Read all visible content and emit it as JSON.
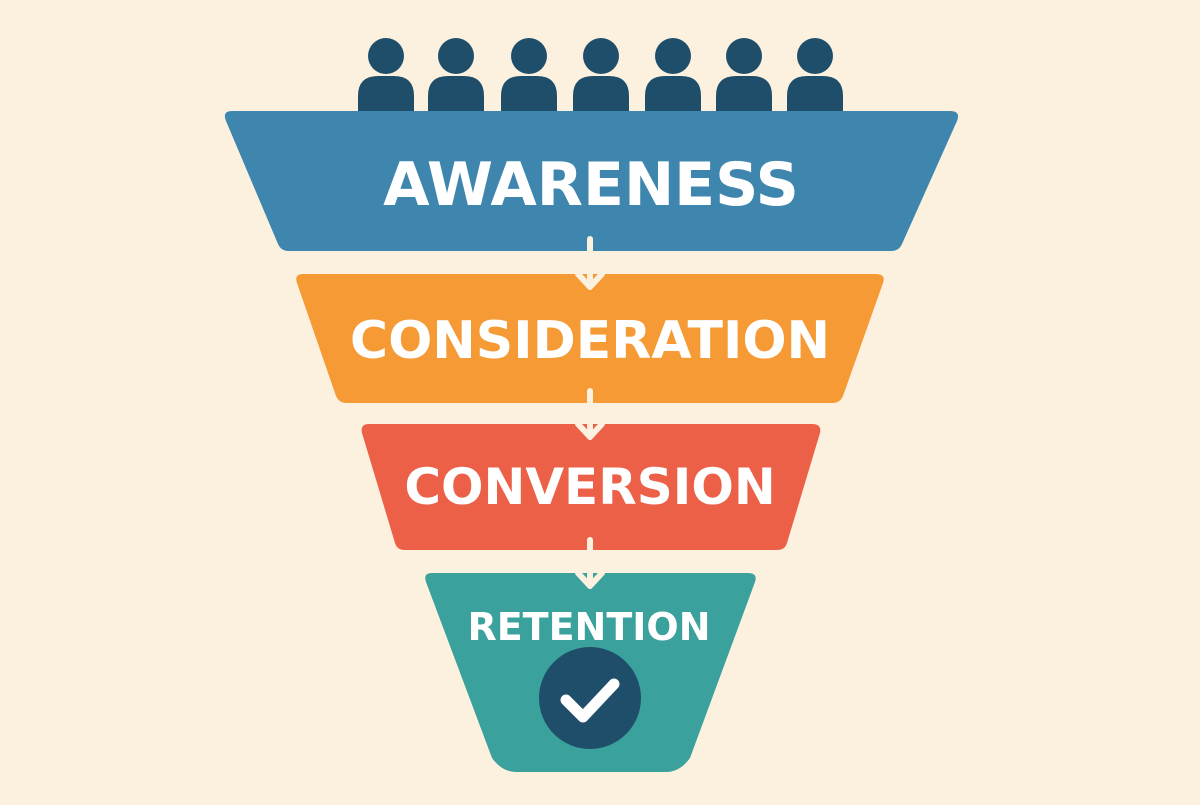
{
  "colors": {
    "background": "#FCF1DF",
    "people": "#1F4E6B",
    "awareness": "#3E86AE",
    "consideration": "#F59A35",
    "conversion": "#EC6048",
    "retention": "#3AA19C",
    "arrow": "#FCF1DF",
    "check_badge": "#1F4E6B",
    "check_mark": "#FFFFFF"
  },
  "people": {
    "icon": "person-icon",
    "count": 7
  },
  "stages": [
    {
      "label": "AWARENESS",
      "color_key": "awareness"
    },
    {
      "label": "CONSIDERATION",
      "color_key": "consideration"
    },
    {
      "label": "CONVERSION",
      "color_key": "conversion"
    },
    {
      "label": "RETENTION",
      "color_key": "retention"
    }
  ],
  "connectors": {
    "icon": "arrow-down-icon"
  },
  "badge": {
    "icon": "checkmark-icon"
  }
}
